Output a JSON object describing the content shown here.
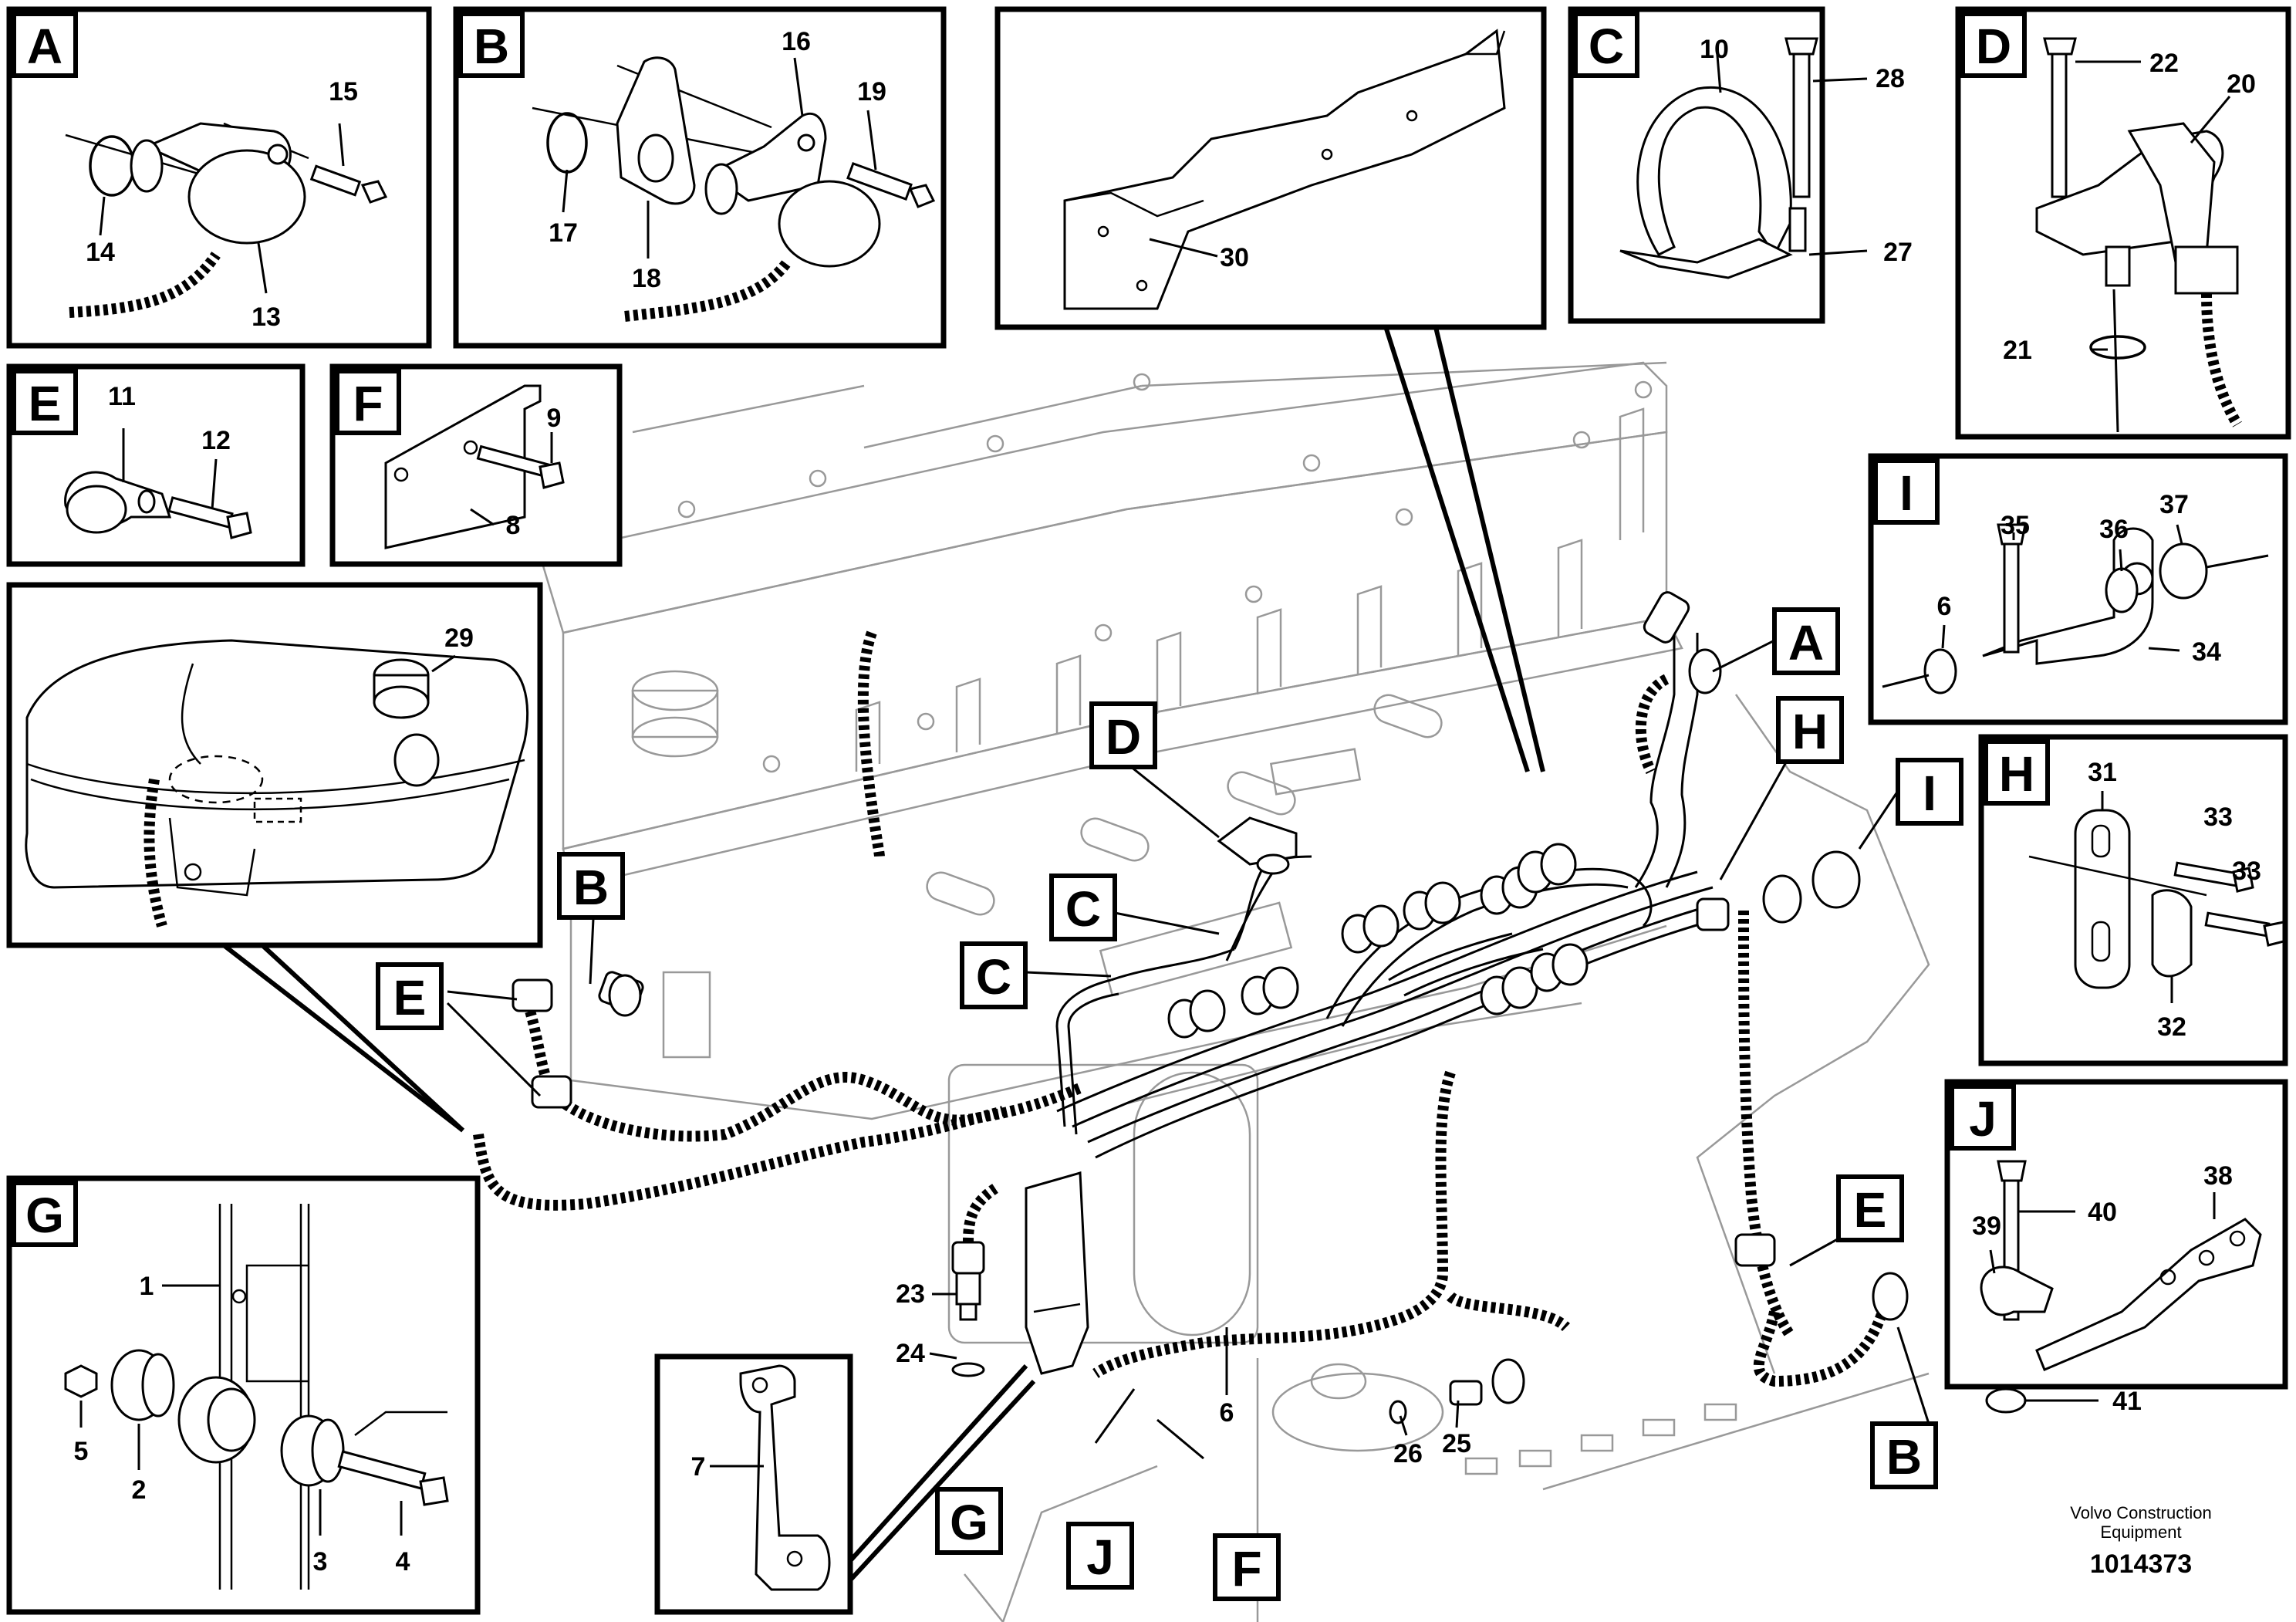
{
  "figure": {
    "id": "1014373",
    "brand_line1": "Volvo Construction",
    "brand_line2": "Equipment"
  },
  "panels": {
    "A": {
      "letter": "A",
      "parts": [
        "15",
        "14",
        "13"
      ]
    },
    "B": {
      "letter": "B",
      "parts": [
        "16",
        "19",
        "17",
        "18"
      ]
    },
    "C": {
      "letter": "C",
      "parts": [
        "10",
        "28",
        "27"
      ]
    },
    "D": {
      "letter": "D",
      "parts": [
        "22",
        "20",
        "21"
      ]
    },
    "E": {
      "letter": "E",
      "parts": [
        "11",
        "12"
      ]
    },
    "F": {
      "letter": "F",
      "parts": [
        "9",
        "8"
      ]
    },
    "I": {
      "letter": "I",
      "parts": [
        "35",
        "36",
        "37",
        "6",
        "34"
      ]
    },
    "H": {
      "letter": "H",
      "parts": [
        "31",
        "33",
        "33",
        "32"
      ]
    },
    "J": {
      "letter": "J",
      "parts": [
        "38",
        "40",
        "39",
        "41"
      ]
    },
    "G": {
      "letter": "G",
      "parts": [
        "1",
        "5",
        "2",
        "3",
        "4"
      ]
    },
    "tank": {
      "parts": [
        "29"
      ]
    },
    "sensor": {
      "parts": [
        "30"
      ]
    },
    "bracket7": {
      "parts": [
        "7"
      ]
    }
  },
  "main_callouts": [
    "A",
    "H",
    "I",
    "D",
    "B",
    "C",
    "C",
    "E",
    "E",
    "B",
    "G",
    "J",
    "F"
  ],
  "main_parts": [
    "23",
    "24",
    "6",
    "26",
    "25"
  ]
}
